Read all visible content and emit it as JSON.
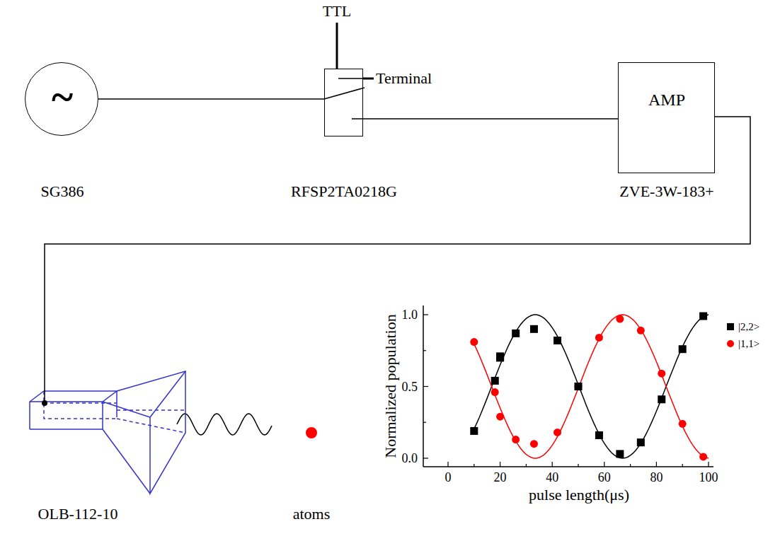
{
  "diagram": {
    "nodes": [
      {
        "text": [
          "~",
          "SG386"
        ]
      },
      {
        "text": [
          "RFSP2TA0218G"
        ]
      },
      {
        "text": [
          "AMP",
          "ZVE-3W-183+"
        ]
      },
      {
        "text": [
          "OLB-112-10"
        ]
      },
      {
        "text": [
          "atoms"
        ]
      }
    ],
    "edges": [
      {
        "from": 0,
        "to": 1,
        "arrow": "none"
      },
      {
        "from": 1,
        "to": 2,
        "arrow": "none"
      },
      {
        "from": 2,
        "to": 3,
        "arrow": "none"
      }
    ],
    "labels": [
      "TTL",
      "Terminal",
      "1.0",
      "0.5",
      "0.0",
      "0",
      "20",
      "40",
      "60",
      "80",
      "100",
      "Normalized population",
      "pulse length(μs)"
    ],
    "legend": [
      {
        "text": "|2,2>",
        "color": "#000000"
      },
      {
        "text": "|1,1>",
        "color": "#ff0000"
      }
    ]
  }
}
